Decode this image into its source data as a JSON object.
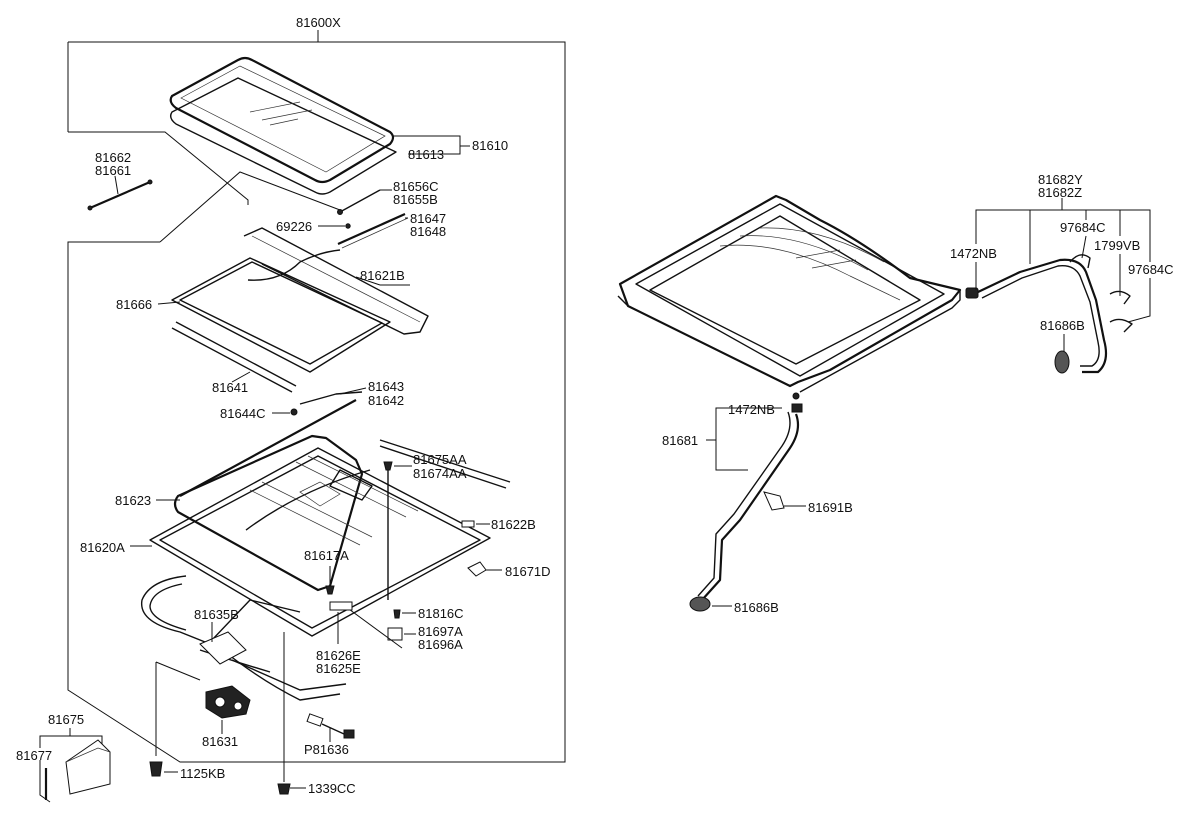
{
  "assembly_label": "81600X",
  "labels": {
    "l81610": "81610",
    "l81613": "81613",
    "l81662": "81662",
    "l81661": "81661",
    "l81656C": "81656C",
    "l81655B": "81655B",
    "l69226": "69226",
    "l81647": "81647",
    "l81648": "81648",
    "l81621B": "81621B",
    "l81666": "81666",
    "l81641": "81641",
    "l81643": "81643",
    "l81642": "81642",
    "l81644C": "81644C",
    "l81675AA": "81675AA",
    "l81674AA": "81674AA",
    "l81623": "81623",
    "l81622B": "81622B",
    "l81620A": "81620A",
    "l81617A": "81617A",
    "l81671D": "81671D",
    "l81635B": "81635B",
    "l81816C": "81816C",
    "l81697A": "81697A",
    "l81696A": "81696A",
    "l81626E": "81626E",
    "l81625E": "81625E",
    "l81631": "81631",
    "lP81636": "P81636",
    "l81675": "81675",
    "l81677": "81677",
    "l1125KB": "1125KB",
    "l1339CC": "1339CC",
    "l81682Y": "81682Y",
    "l81682Z": "81682Z",
    "l1472NB_a": "1472NB",
    "l97684C_a": "97684C",
    "l1799VB": "1799VB",
    "l97684C_b": "97684C",
    "l81686B_a": "81686B",
    "l1472NB_b": "1472NB",
    "l81681": "81681",
    "l81691B": "81691B",
    "l81686B_b": "81686B"
  }
}
